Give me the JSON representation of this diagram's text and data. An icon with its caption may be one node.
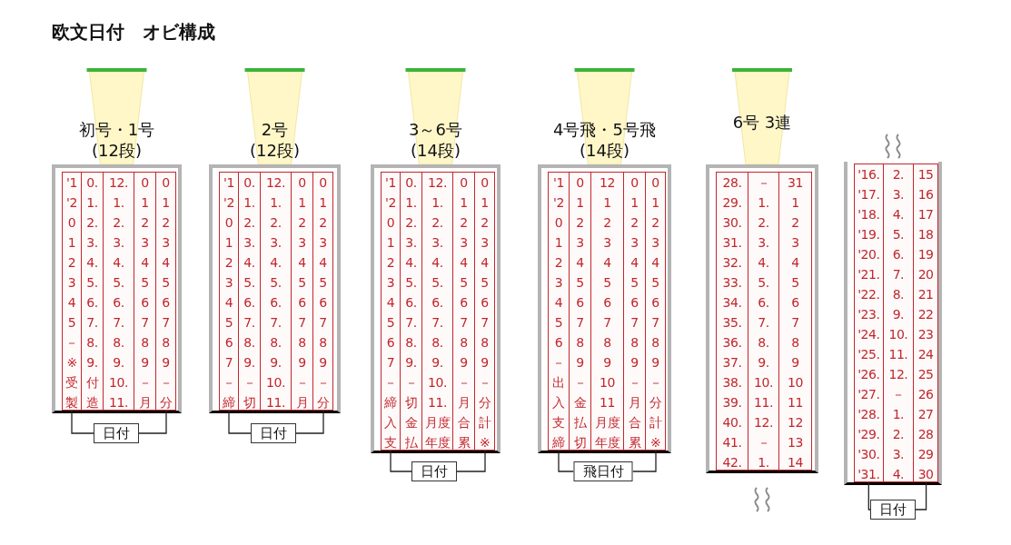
{
  "diagram": {
    "title": "欧文日付　オビ構成",
    "nodes": [
      {
        "text": [
          "初号・1号",
          "(12段)"
        ]
      },
      {
        "text": [
          "'1",
          "'2",
          "0",
          "1",
          "2",
          "3",
          "4",
          "5",
          "－",
          "※",
          "受",
          "製"
        ],
        "in": 0
      },
      {
        "text": [
          "0.",
          "1.",
          "2.",
          "3.",
          "4.",
          "5.",
          "6.",
          "7.",
          "8.",
          "9.",
          "付",
          "造"
        ],
        "in": 0
      },
      {
        "text": [
          "12.",
          "1.",
          "2.",
          "3.",
          "4.",
          "5.",
          "6.",
          "7.",
          "8.",
          "9.",
          "10.",
          "11."
        ],
        "in": 0
      },
      {
        "text": [
          "0",
          "1",
          "2",
          "3",
          "4",
          "5",
          "6",
          "7",
          "8",
          "9",
          "－",
          "月"
        ],
        "in": 0
      },
      {
        "text": [
          "0",
          "1",
          "2",
          "3",
          "4",
          "5",
          "6",
          "7",
          "8",
          "9",
          "－",
          "分"
        ],
        "in": 0
      },
      {
        "text": [
          "日付"
        ]
      },
      {
        "text": [
          "2号",
          "(12段)"
        ]
      },
      {
        "text": [
          "'1",
          "'2",
          "0",
          "1",
          "2",
          "3",
          "4",
          "5",
          "6",
          "7",
          "－",
          "締"
        ],
        "in": 7
      },
      {
        "text": [
          "0.",
          "1.",
          "2.",
          "3.",
          "4.",
          "5.",
          "6.",
          "7.",
          "8.",
          "9.",
          "－",
          "切"
        ],
        "in": 7
      },
      {
        "text": [
          "12.",
          "1.",
          "2.",
          "3.",
          "4.",
          "5.",
          "6.",
          "7.",
          "8.",
          "9.",
          "10.",
          "11."
        ],
        "in": 7
      },
      {
        "text": [
          "0",
          "1",
          "2",
          "3",
          "4",
          "5",
          "6",
          "7",
          "8",
          "9",
          "－",
          "月"
        ],
        "in": 7
      },
      {
        "text": [
          "0",
          "1",
          "2",
          "3",
          "4",
          "5",
          "6",
          "7",
          "8",
          "9",
          "－",
          "分"
        ],
        "in": 7
      },
      {
        "text": [
          "日付"
        ]
      },
      {
        "text": [
          "3～6号",
          "(14段)"
        ]
      },
      {
        "text": [
          "'1",
          "'2",
          "0",
          "1",
          "2",
          "3",
          "4",
          "5",
          "6",
          "7",
          "－",
          "締",
          "入",
          "支"
        ],
        "in": 14
      },
      {
        "text": [
          "0.",
          "1.",
          "2.",
          "3.",
          "4.",
          "5.",
          "6.",
          "7.",
          "8.",
          "9.",
          "－",
          "切",
          "金",
          "払"
        ],
        "in": 14
      },
      {
        "text": [
          "12.",
          "1.",
          "2.",
          "3.",
          "4.",
          "5.",
          "6.",
          "7.",
          "8.",
          "9.",
          "10.",
          "11.",
          "月度",
          "年度"
        ],
        "in": 14
      },
      {
        "text": [
          "0",
          "1",
          "2",
          "3",
          "4",
          "5",
          "6",
          "7",
          "8",
          "9",
          "－",
          "月",
          "合",
          "累"
        ],
        "in": 14
      },
      {
        "text": [
          "0",
          "1",
          "2",
          "3",
          "4",
          "5",
          "6",
          "7",
          "8",
          "9",
          "－",
          "分",
          "計",
          "※"
        ],
        "in": 14
      },
      {
        "text": [
          "日付"
        ]
      },
      {
        "text": [
          "4号飛・5号飛",
          "(14段)"
        ]
      },
      {
        "text": [
          "'1",
          "'2",
          "0",
          "1",
          "2",
          "3",
          "4",
          "5",
          "6",
          "－",
          "出",
          "入",
          "支",
          "締"
        ],
        "in": 21
      },
      {
        "text": [
          "0",
          "1",
          "2",
          "3",
          "4",
          "5",
          "6",
          "7",
          "8",
          "9",
          "－",
          "金",
          "払",
          "切"
        ],
        "in": 21
      },
      {
        "text": [
          "12",
          "1",
          "2",
          "3",
          "4",
          "5",
          "6",
          "7",
          "8",
          "9",
          "10",
          "11",
          "月度",
          "年度"
        ],
        "in": 21
      },
      {
        "text": [
          "0",
          "1",
          "2",
          "3",
          "4",
          "5",
          "6",
          "7",
          "8",
          "9",
          "－",
          "月",
          "合",
          "累"
        ],
        "in": 21
      },
      {
        "text": [
          "0",
          "1",
          "2",
          "3",
          "4",
          "5",
          "6",
          "7",
          "8",
          "9",
          "－",
          "分",
          "計",
          "※"
        ],
        "in": 21
      },
      {
        "text": [
          "飛日付"
        ]
      },
      {
        "text": [
          "6号 3連"
        ]
      },
      {
        "text": [
          "28.",
          "29.",
          "30.",
          "31.",
          "32.",
          "33.",
          "34.",
          "35.",
          "36.",
          "37.",
          "38.",
          "39.",
          "40.",
          "41.",
          "42."
        ],
        "in": 28
      },
      {
        "text": [
          "－",
          "1.",
          "2.",
          "3.",
          "4.",
          "5.",
          "6.",
          "7.",
          "8.",
          "9.",
          "10.",
          "11.",
          "12.",
          "－",
          "1."
        ],
        "in": 28
      },
      {
        "text": [
          "31",
          "1",
          "2",
          "3",
          "4",
          "5",
          "6",
          "7",
          "8",
          "9",
          "10",
          "11",
          "12",
          "13",
          "14"
        ],
        "in": 28
      },
      {
        "text": [],
        "shape": "box"
      },
      {
        "text": [
          "'16.",
          "'17.",
          "'18.",
          "'19.",
          "'20.",
          "'21.",
          "'22.",
          "'23.",
          "'24.",
          "'25.",
          "'26.",
          "'27.",
          "'28.",
          "'29.",
          "'30.",
          "'31."
        ],
        "in": 32
      },
      {
        "text": [
          "2.",
          "3.",
          "4.",
          "5.",
          "6.",
          "7.",
          "8.",
          "9.",
          "10.",
          "11.",
          "12.",
          "－",
          "1.",
          "2.",
          "3.",
          "4."
        ],
        "in": 32
      },
      {
        "text": [
          "15",
          "16",
          "17",
          "18",
          "19",
          "20",
          "21",
          "22",
          "23",
          "24",
          "25",
          "26",
          "27",
          "28",
          "29",
          "30"
        ],
        "in": 32
      },
      {
        "text": [
          "日付"
        ]
      }
    ],
    "edges": [
      {
        "from": 6,
        "to": 1,
        "arrow": "none"
      },
      {
        "from": 6,
        "to": 5,
        "arrow": "none"
      },
      {
        "from": 13,
        "to": 8,
        "arrow": "none"
      },
      {
        "from": 13,
        "to": 12,
        "arrow": "none"
      },
      {
        "from": 20,
        "to": 15,
        "arrow": "none"
      },
      {
        "from": 20,
        "to": 19,
        "arrow": "none"
      },
      {
        "from": 27,
        "to": 22,
        "arrow": "none"
      },
      {
        "from": 27,
        "to": 26,
        "arrow": "none"
      },
      {
        "from": 36,
        "to": 33,
        "arrow": "none"
      },
      {
        "from": 36,
        "to": 35,
        "arrow": "none"
      }
    ]
  }
}
